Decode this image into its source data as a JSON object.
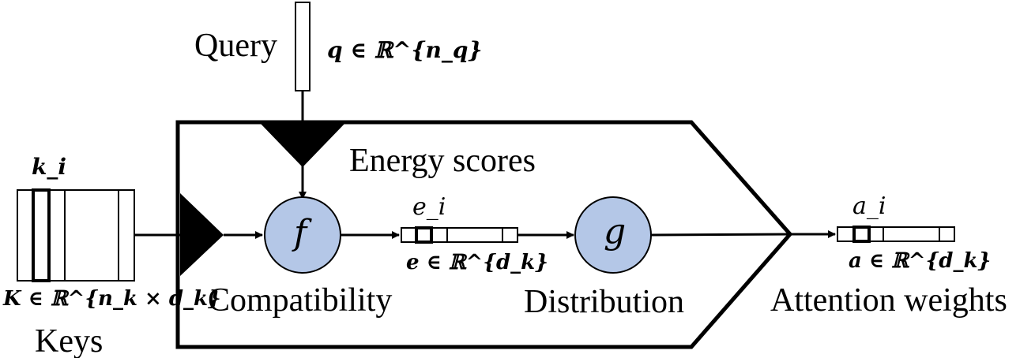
{
  "labels": {
    "query": "Query",
    "query_math": "q ∈ ℝ^{n_q}",
    "energy_scores": "Energy scores",
    "keys_vec": "k_i",
    "keys_math": "K ∈ ℝ^{n_k × d_k}",
    "keys": "Keys",
    "f_node": "f",
    "compatibility": "Compatibility",
    "e_i": "e_i",
    "e_math": "e ∈ ℝ^{d_k}",
    "g_node": "g",
    "distribution": "Distribution",
    "a_i": "a_i",
    "a_math": "a ∈ ℝ^{d_k}",
    "attention_weights": "Attention weights"
  },
  "colors": {
    "node_fill": "#b4c7e7",
    "stroke": "#000000"
  }
}
